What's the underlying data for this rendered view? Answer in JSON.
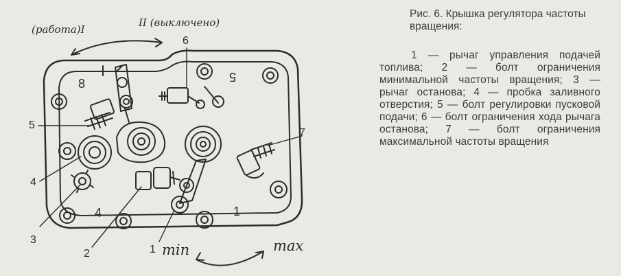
{
  "figure": {
    "mode_labels": {
      "work": "(работа)I",
      "off": "II (выключено)"
    },
    "speed_labels": {
      "min": "min",
      "max": "max"
    },
    "callouts": [
      "1",
      "2",
      "3",
      "4",
      "5",
      "6",
      "7"
    ],
    "corner_marks": [
      "8",
      "5",
      "4",
      "1"
    ]
  },
  "caption": {
    "title": "Рис. 6. Крышка регулятора частоты вращения:",
    "body": "1 — рычаг управления подачей топлива; 2 — болт ограничения минимальной частоты вращения; 3 — рычаг останова; 4 — пробка заливного отверстия; 5 — болт регулировки пусковой подачи; 6 — болт ограничения хода рычага останова; 7 — болт ограничения максимальной частоты вращения"
  },
  "colors": {
    "paper": "#ebe9e4",
    "ink": "#2c2c2c",
    "text": "#3b3b3b"
  }
}
